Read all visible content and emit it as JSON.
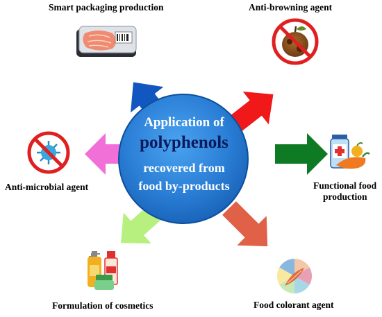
{
  "center": {
    "line1": "Application of",
    "line2": "polyphenols",
    "line3": "recovered from",
    "line4": "food by-products"
  },
  "applications": {
    "smart_packaging": "Smart packaging production",
    "anti_browning": "Anti-browning agent",
    "functional_food_1": "Functional food",
    "functional_food_2": "production",
    "food_colorant": "Food colorant agent",
    "cosmetics": "Formulation of cosmetics",
    "anti_microbial": "Anti-microbial agent"
  },
  "colors": {
    "circle": "#2b7fd6",
    "circle_edge": "#0d4f9c",
    "polyphenols_text": "#0b1a5c",
    "arrow_smart_packaging": "#1256c0",
    "arrow_anti_browning": "#f01818",
    "arrow_functional_food": "#0e7a24",
    "arrow_food_colorant": "#e06048",
    "arrow_cosmetics": "#b8f080",
    "arrow_anti_microbial": "#f070d8"
  },
  "icons": {
    "smart_packaging": "packaged-salmon-icon",
    "anti_browning": "prohibited-rotten-apple-icon",
    "functional_food": "medicine-bottle-with-fruit-icon",
    "food_colorant": "color-wheel-icon",
    "cosmetics": "cosmetic-bottles-icon",
    "anti_microbial": "prohibited-microbe-icon"
  }
}
